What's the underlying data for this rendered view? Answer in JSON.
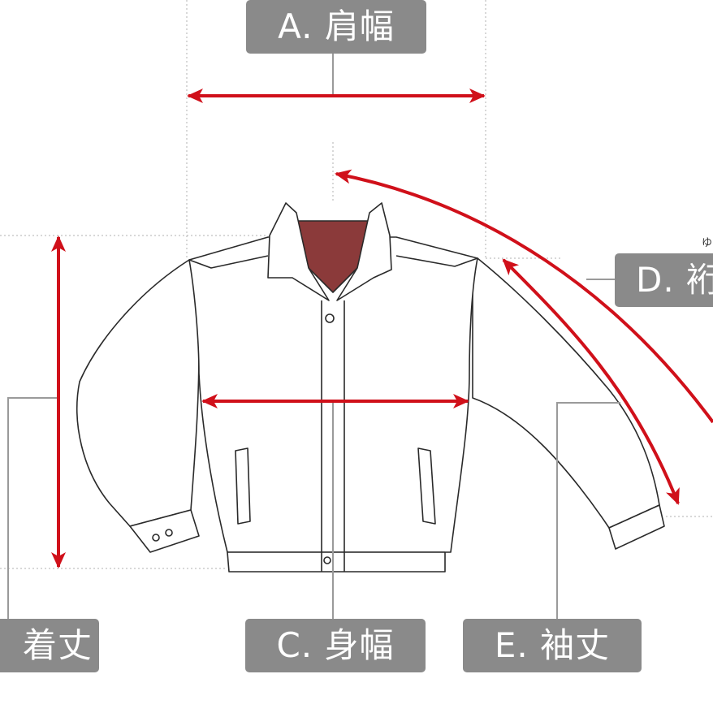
{
  "labels": {
    "shoulder_width": "A. 肩幅",
    "length": "着丈",
    "body_width": "C. 身幅",
    "sleeve_label": "D. 裄",
    "sleeve_length": "E. 袖丈"
  },
  "ruby": {
    "sleeve_label": "ゆ"
  },
  "colors": {
    "arrow": "#d0101a",
    "label_bg": "#8a8a8a",
    "label_text": "#ffffff",
    "outline": "#2a2a2a",
    "collar_lining": "#8b3a3a",
    "leader": "#9a9a9a"
  }
}
